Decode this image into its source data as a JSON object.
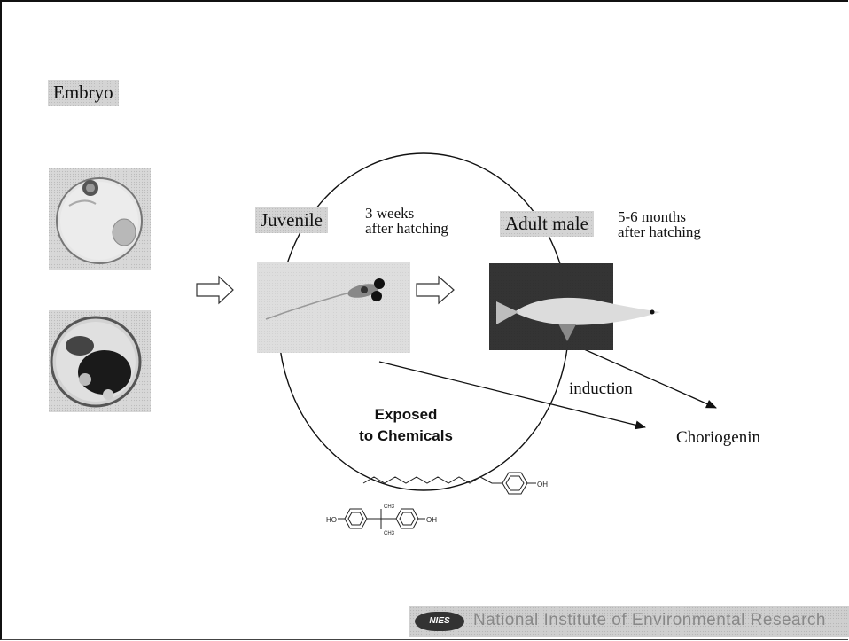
{
  "labels": {
    "embryo": "Embryo",
    "juvenile": "Juvenile",
    "juvenile_note_1": "3 weeks",
    "juvenile_note_2": "after hatching",
    "adult": "Adult male",
    "adult_note_1": "5-6 months",
    "adult_note_2": "after hatching",
    "exposed_1": "Exposed",
    "exposed_2": "to Chemicals",
    "induction": "induction",
    "choriogenin": "Choriogenin"
  },
  "chemicals": {
    "nonylphenol_oh": "OH",
    "bisphenol_ho": "HO",
    "bisphenol_oh": "OH",
    "bisphenol_ch3_top": "CH3",
    "bisphenol_ch3_bottom": "CH3"
  },
  "footer": {
    "badge": "NIES",
    "text": "National Institute of Environmental Research"
  },
  "colors": {
    "label_background": "#d4d4d4",
    "line": "#111111",
    "arrow_outline": "#333333"
  }
}
